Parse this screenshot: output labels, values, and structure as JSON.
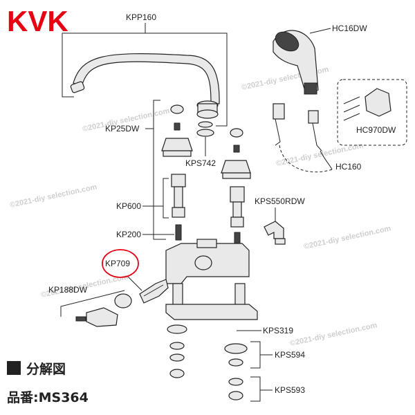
{
  "brand": {
    "logo_text": "KVK",
    "color": "#e60012"
  },
  "watermark": {
    "text": "©2021-diy selection.com"
  },
  "caption": {
    "section_title": "分解図",
    "model_line": "品番:MS364"
  },
  "parts": {
    "kpp160": "KPP160",
    "hc16dw": "HC16DW",
    "hc970dw": "HC970DW",
    "kp25dw": "KP25DW",
    "kps742": "KPS742",
    "hc160": "HC160",
    "kp600": "KP600",
    "kps550rdw": "KPS550RDW",
    "kp200": "KP200",
    "kp709": "KP709",
    "kp188dw": "KP188DW",
    "kps319": "KPS319",
    "kps594": "KPS594",
    "kps593": "KPS593"
  },
  "colors": {
    "highlight": "#e60012",
    "line": "#222222"
  }
}
